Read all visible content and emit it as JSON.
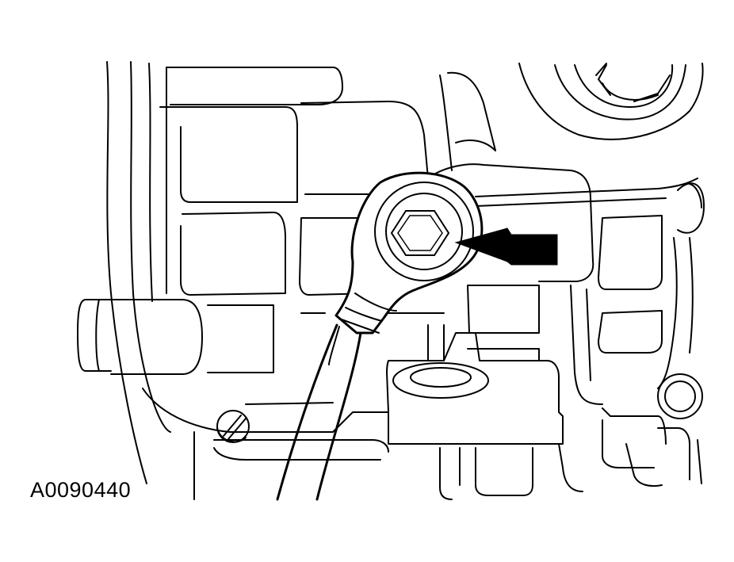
{
  "figure": {
    "code": "A0090440"
  },
  "callouts": [
    {
      "name": "arrow-pointing-to-bolt"
    }
  ],
  "parts": [
    "hex-bolt",
    "ground-strap-ring-terminal",
    "ground-cable",
    "slotted-screw",
    "engine-casting"
  ]
}
